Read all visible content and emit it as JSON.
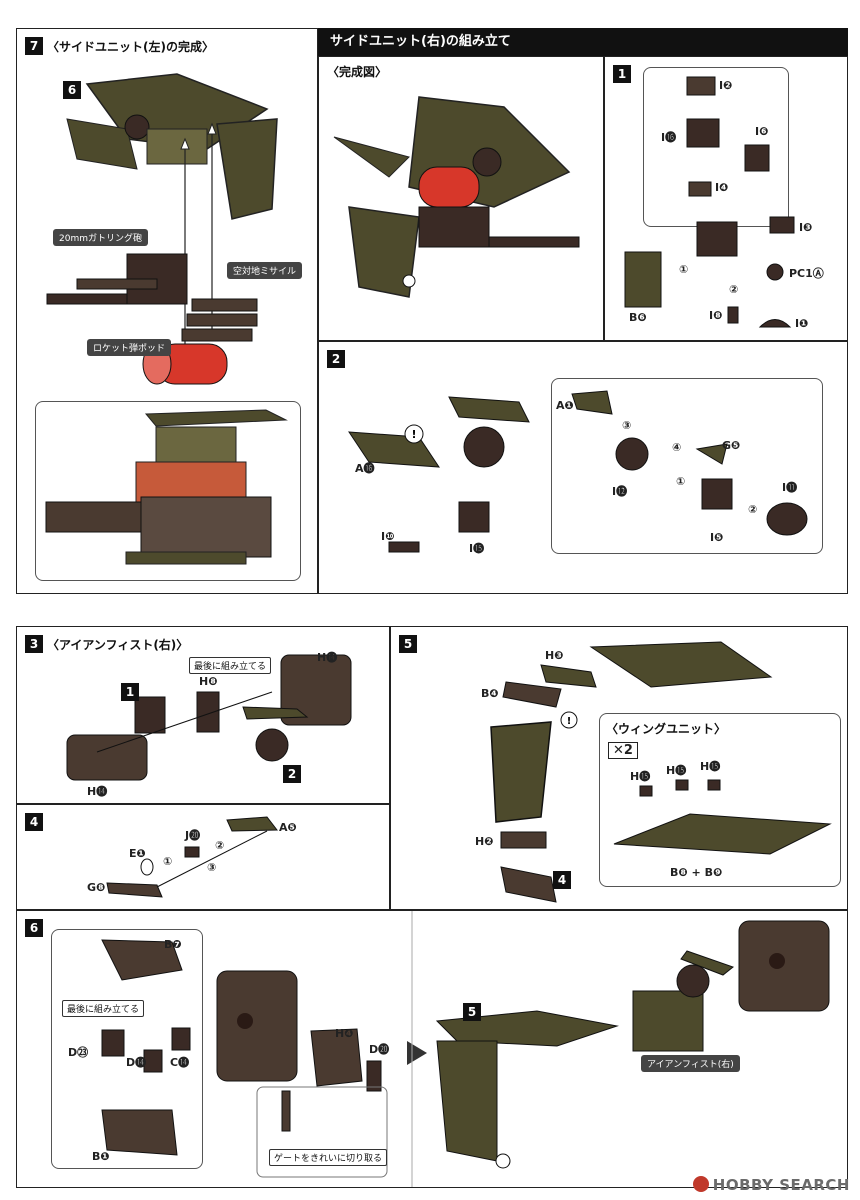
{
  "panels": {
    "p7": {
      "num": "7",
      "title": "〈サイドユニット(左)の完成〉",
      "part_label": "6",
      "callouts": [
        "20mmガトリング砲",
        "空対地ミサイル",
        "ロケット弾ポッド"
      ]
    },
    "right_header": "サイドユニット(右)の組み立て",
    "complete": {
      "title": "〈完成図〉"
    },
    "p1": {
      "num": "1",
      "labels": [
        "I❷",
        "I⓰",
        "I❻",
        "I❹",
        "I❸",
        "PC1Ⓐ",
        "B❻",
        "I❽",
        "I❶"
      ],
      "steps": [
        "①",
        "②"
      ]
    },
    "p2": {
      "num": "2",
      "labels": [
        "A⓰",
        "I❿",
        "I⓯",
        "A❶",
        "G❺",
        "I⓬",
        "I⓫",
        "I❺"
      ],
      "steps": [
        "③",
        "④",
        "①",
        "②"
      ]
    },
    "p3": {
      "num": "3",
      "title": "〈アイアンフィスト(右)〉",
      "callout": "最後に組み立てる",
      "labels": [
        "H⓮",
        "H❽",
        "1",
        "2",
        "H⓮"
      ]
    },
    "p4": {
      "num": "4",
      "labels": [
        "J⓴",
        "A❺",
        "E❶",
        "G❽"
      ],
      "steps": [
        "②",
        "①",
        "③"
      ]
    },
    "p5": {
      "num": "5",
      "labels": [
        "H❸",
        "B❹",
        "H❷",
        "4"
      ],
      "wing": {
        "title": "〈ウィングユニット〉",
        "count": "✕2",
        "labels": [
          "H⓯",
          "H⓯",
          "H⓯"
        ],
        "base": "B❽ + B❾"
      }
    },
    "p6": {
      "num": "6",
      "callout": "最後に組み立てる",
      "labels": [
        "B❼",
        "D㉓",
        "D⓮",
        "C⓮",
        "B❶",
        "H❹",
        "D⓴"
      ],
      "gate": "ゲートをきれいに切り取る",
      "result_label": "5",
      "fist": "アイアンフィスト(右)"
    }
  },
  "watermark": "HOBBY SEARCH",
  "colors": {
    "olive": "#4d4a2c",
    "olive_light": "#6b6740",
    "dark_brown": "#3a2a25",
    "red": "#d7372a"
  }
}
